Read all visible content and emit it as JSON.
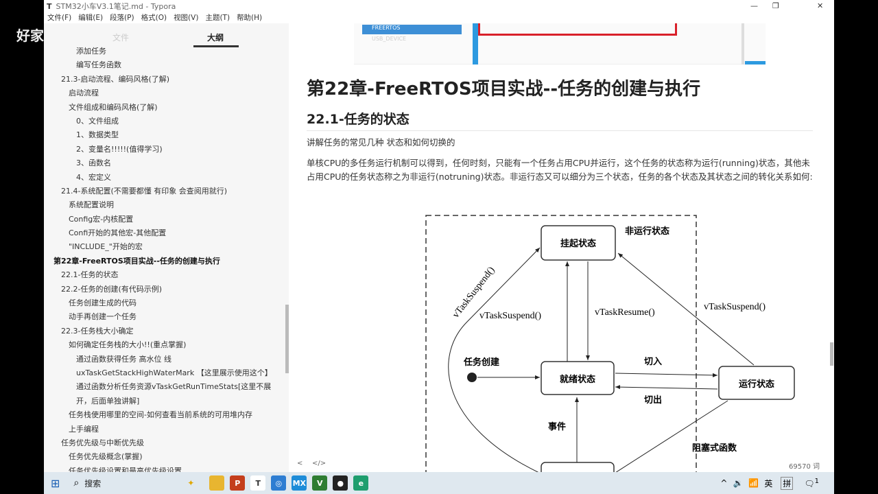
{
  "window": {
    "app_icon": "T",
    "title": "STM32小车V3.1笔记.md - Typora",
    "minimize": "—",
    "restore": "❐",
    "close": "✕"
  },
  "menu": [
    "文件(F)",
    "编辑(E)",
    "段落(P)",
    "格式(O)",
    "视图(V)",
    "主题(T)",
    "帮助(H)"
  ],
  "watermark": "好家",
  "sidebar": {
    "tab_files": "文件",
    "tab_outline": "大纲",
    "items": [
      {
        "label": "添加任务",
        "level": 3
      },
      {
        "label": "编写任务函数",
        "level": 3
      },
      {
        "label": "21.3-启动流程、编码风格(了解)",
        "level": 1
      },
      {
        "label": "启动流程",
        "level": 2
      },
      {
        "label": "文件组成和编码风格(了解)",
        "level": 2
      },
      {
        "label": "0、文件组成",
        "level": 3
      },
      {
        "label": "1、数据类型",
        "level": 3
      },
      {
        "label": "2、变量名!!!!!(值得学习)",
        "level": 3
      },
      {
        "label": "3、函数名",
        "level": 3
      },
      {
        "label": "4、宏定义",
        "level": 3
      },
      {
        "label": "21.4-系统配置(不需要都懂 有印象 会查阅用就行)",
        "level": 1
      },
      {
        "label": "系统配置说明",
        "level": 2
      },
      {
        "label": "Config宏-内核配置",
        "level": 2
      },
      {
        "label": "Confi开始的其他宏-其他配置",
        "level": 2
      },
      {
        "label": "\"INCLUDE_\"开始的宏",
        "level": 2
      },
      {
        "label": "第22章-FreeRTOS项目实战--任务的创建与执行",
        "level": 0
      },
      {
        "label": "22.1-任务的状态",
        "level": 1
      },
      {
        "label": "22.2-任务的创建(有代码示例)",
        "level": 1
      },
      {
        "label": "任务创建生成的代码",
        "level": 2
      },
      {
        "label": "动手再创建一个任务",
        "level": 2
      },
      {
        "label": "22.3-任务栈大小确定",
        "level": 1
      },
      {
        "label": "如何确定任务栈的大小!!(重点掌握)",
        "level": 2
      },
      {
        "label": "通过函数获得任务 高水位 线",
        "level": 3
      },
      {
        "label": "uxTaskGetStackHighWaterMark 【这里展示使用这个】",
        "level": 3
      },
      {
        "label": "通过函数分析任务资源vTaskGetRunTimeStats[这里不展",
        "level": 3
      },
      {
        "label": "开，后面单独讲解]",
        "level": 3
      },
      {
        "label": "任务栈使用哪里的空间-如何查看当前系统的可用堆内存",
        "level": 2
      },
      {
        "label": "上手编程",
        "level": 2
      },
      {
        "label": "任务优先级与中断优先级",
        "level": 1
      },
      {
        "label": "任务优先级概念(掌握)",
        "level": 2
      },
      {
        "label": "任务优先级设置和最高优先级设置",
        "level": 2
      }
    ]
  },
  "content": {
    "top_image_label": "FREERTOS",
    "top_image_label2": "USB_DEVICE",
    "h1": "第22章-FreeRTOS项目实战--任务的创建与执行",
    "h2": "22.1-任务的状态",
    "p1": "讲解任务的常见几种 状态和如何切换的",
    "p2": "单核CPU的多任务运行机制可以得到，任何时刻，只能有一个任务占用CPU并运行，这个任务的状态称为运行(running)状态，其他未占用CPU的任务状态称之为非运行(notruning)状态。非运行态又可以细分为三个状态，任务的各个状态及其状态之间的转化关系如何:",
    "diagram": {
      "suspended": "挂起状态",
      "not_running": "非运行状态",
      "ready": "就绪状态",
      "running": "运行状态",
      "task_create": "任务创建",
      "switch_in": "切入",
      "switch_out": "切出",
      "event": "事件",
      "blocking_func": "阻塞式函数",
      "suspend1": "vTaskSuspend()",
      "suspend2": "vTaskSuspend()",
      "suspend3": "vTaskSuspend()",
      "resume": "vTaskResume()"
    },
    "word_count": "69570 词",
    "nav_back": "<",
    "source_toggle": "</>"
  },
  "taskbar": {
    "search": "搜索",
    "tray": [
      "^",
      "英",
      "拼"
    ],
    "notifications": "1"
  }
}
